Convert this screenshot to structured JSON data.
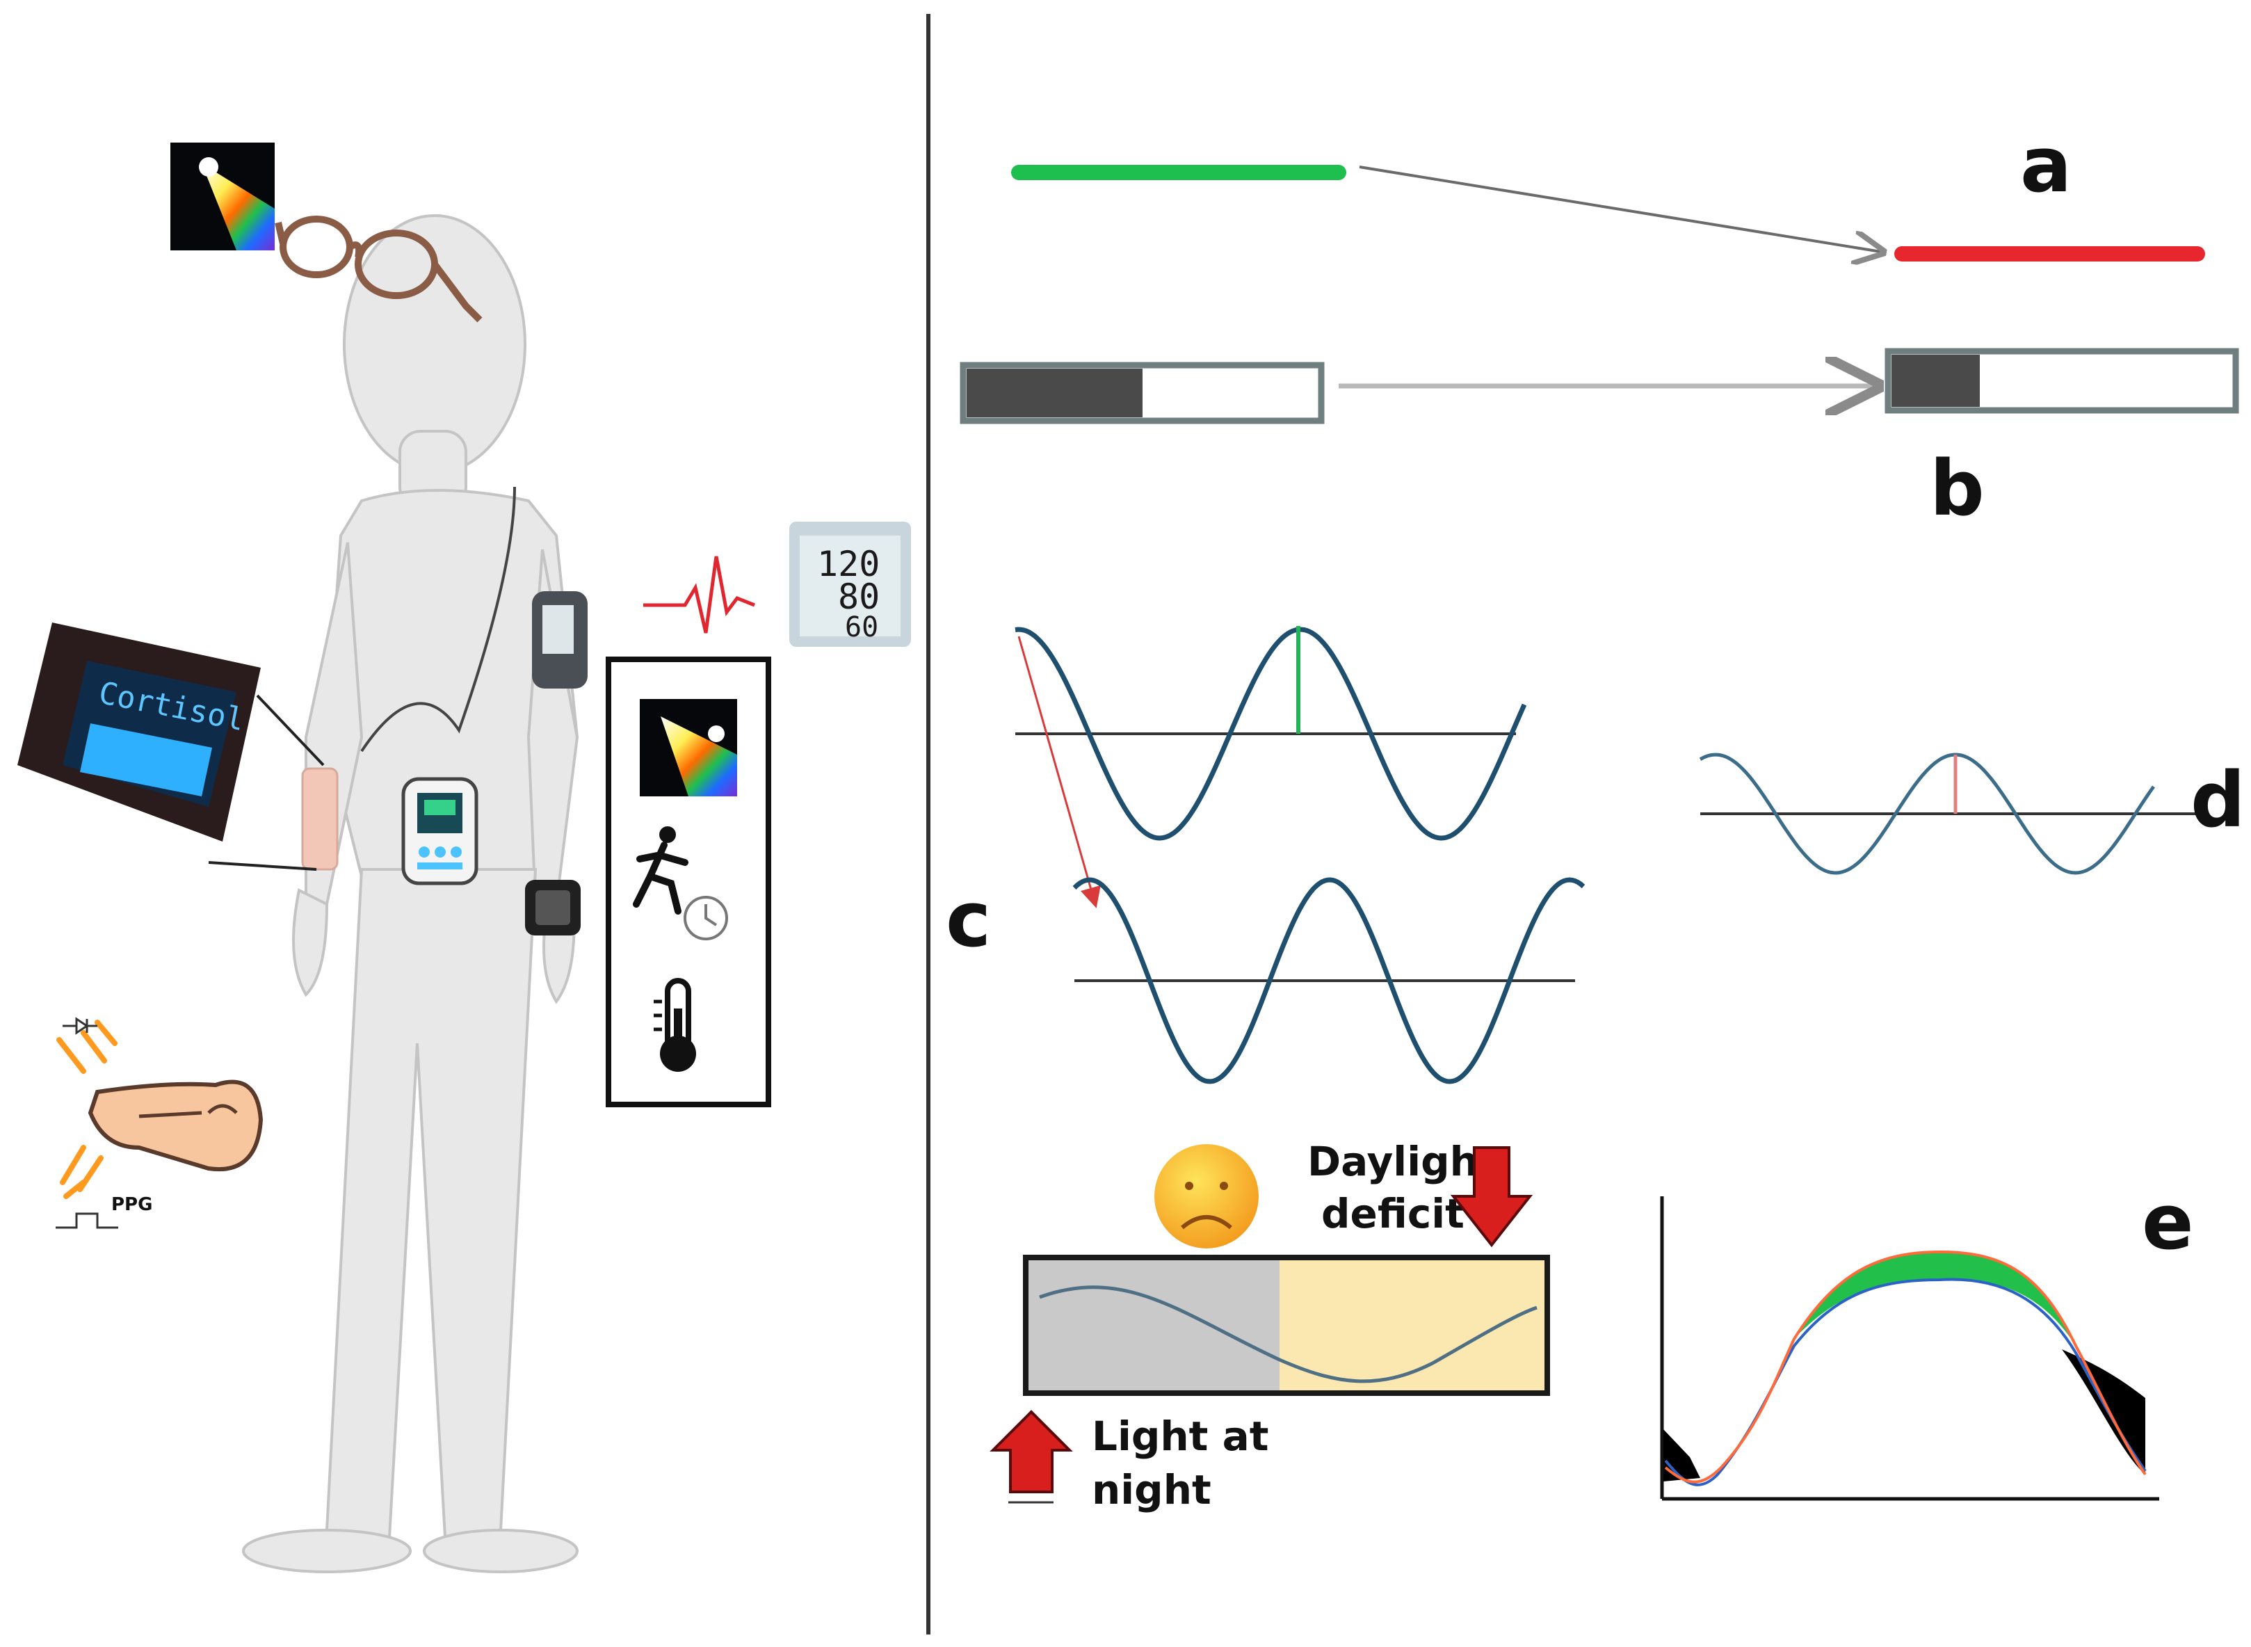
{
  "panel_labels": {
    "a": "a",
    "b": "b",
    "c": "c",
    "d": "d",
    "e": "e"
  },
  "blood_pressure_display": {
    "systolic": "120",
    "diastolic": "80",
    "pulse": "60"
  },
  "cortisol_device": {
    "title": "Cortisol"
  },
  "ppg_label": "PPG",
  "circadian_bar": {
    "daylight_deficit_label": [
      "Daylight",
      "deficit"
    ],
    "light_at_night_label": [
      "Light at",
      "night"
    ]
  },
  "icons": [
    "light-spectrum-icon",
    "glasses-icon",
    "heartbeat-icon",
    "blood-pressure-monitor-icon",
    "running-clock-icon",
    "thermometer-icon",
    "pointing-finger-icon",
    "sad-face-icon",
    "arrow-up-icon",
    "arrow-down-icon",
    "smartwatch-icon",
    "arm-cuff-icon",
    "chest-device-icon"
  ],
  "colors": {
    "green_line": "#1fbf4f",
    "red_line": "#e8262e",
    "wave": "#1f4f6f",
    "night_band": "#c9c9c9",
    "day_band": "#fbe8b0",
    "arrow_red": "#d91e1e"
  }
}
